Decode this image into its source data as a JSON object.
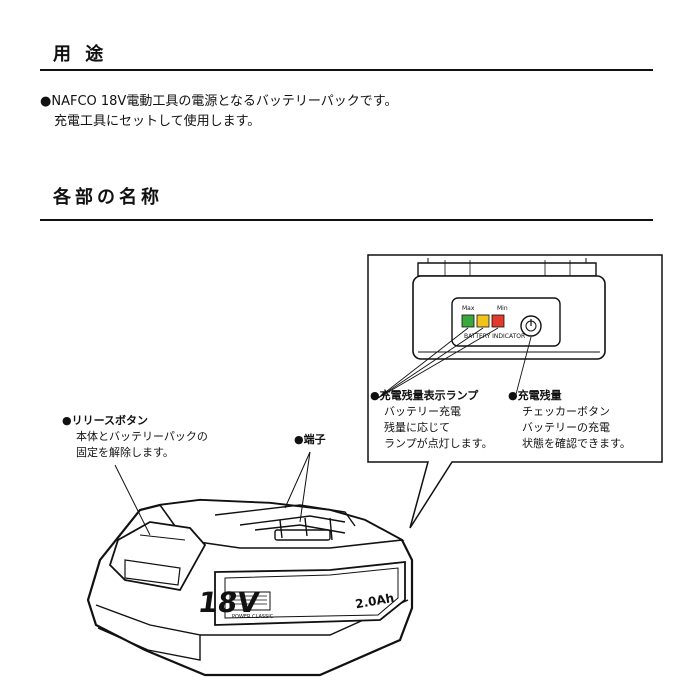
{
  "usage": {
    "heading": "用 途",
    "bullet": "●",
    "line1": "NAFCO 18V電動工具の電源となるバッテリーパックです。",
    "line2": "充電工具にセットして使用します。"
  },
  "parts": {
    "heading": "各部の名称",
    "release_button": {
      "title": "●リリースボタン",
      "lines": [
        "本体とバッテリーパックの",
        "固定を解除します。"
      ]
    },
    "terminal": {
      "title": "●端子"
    },
    "lamp": {
      "title": "●充電残量表示ランプ",
      "lines": [
        "バッテリー充電",
        "残量に応じて",
        "ランプが点灯します。"
      ]
    },
    "checker": {
      "title": "●充電残量",
      "lines": [
        "チェッカーボタン",
        "バッテリーの充電",
        "状態を確認できます。"
      ]
    }
  },
  "battery": {
    "voltage": "18V",
    "capacity": "2.0Ah",
    "logo": "POWER CLASSIC",
    "indicator_label": "BATTERY INDICATOR",
    "indicator_max": "Max",
    "indicator_min": "Min",
    "lamp_colors": [
      "#3aa83a",
      "#f2c31a",
      "#e23b2e"
    ]
  }
}
